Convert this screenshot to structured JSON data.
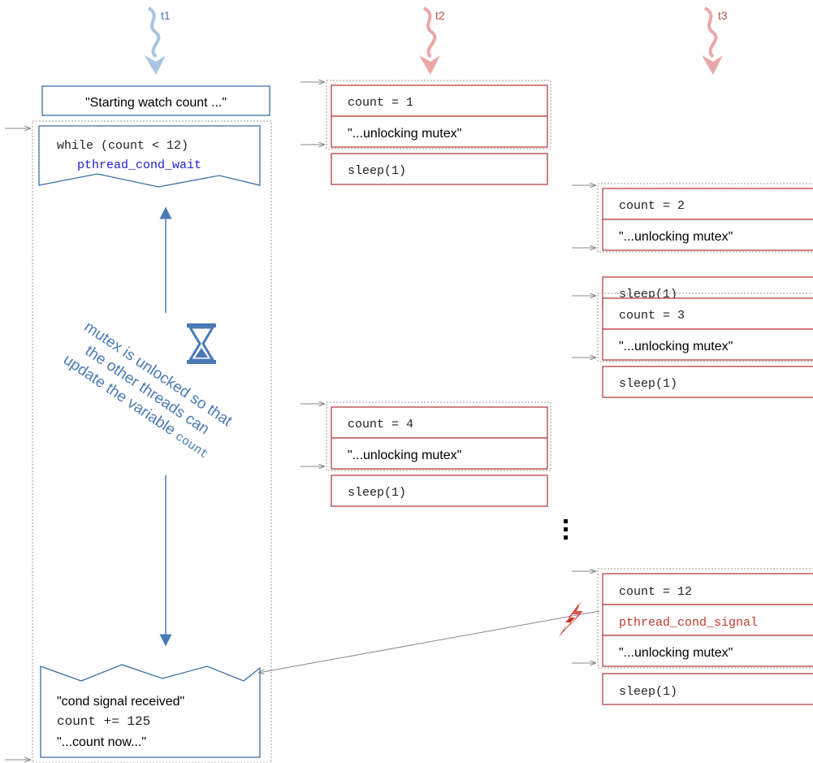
{
  "threads": {
    "t1": "t1",
    "t2": "t2",
    "t3": "t3"
  },
  "colors": {
    "t1_thread": "#a8c4e0",
    "t2_thread": "#e9a7a7",
    "t3_thread": "#e9a7a7",
    "blue_box": "#3a6ea5",
    "red_box": "#b84040",
    "code_blue": "#2020d0",
    "code_red": "#c0392b",
    "note_blue": "#4a7ab5",
    "lightning": "#c0392b"
  },
  "t1": {
    "start_text": "\"Starting watch count ...\"",
    "while_line": "while (count < 12)",
    "wait_call": "pthread_cond_wait",
    "note_line1": "mutex is unlocked so that",
    "note_line2": "the other threads can",
    "note_line3": "update the variable ",
    "note_var": "count",
    "received_text": "\"cond signal received\"",
    "count_add": "count += 125",
    "count_now": "\"...count now...\""
  },
  "t2": {
    "group1": {
      "count": "count = 1",
      "unlock": "\"...unlocking mutex\"",
      "sleep": "sleep(1)"
    },
    "group2": {
      "count": "count = 4",
      "unlock": "\"...unlocking mutex\"",
      "sleep": "sleep(1)"
    }
  },
  "t3": {
    "group1": {
      "count": "count = 2",
      "unlock": "\"...unlocking mutex\"",
      "sleep": "sleep(1)"
    },
    "group2": {
      "count": "count = 3",
      "unlock": "\"...unlocking mutex\"",
      "sleep": "sleep(1)"
    },
    "group3": {
      "count": "count = 12",
      "signal": "pthread_cond_signal",
      "unlock": "\"...unlocking mutex\"",
      "sleep": "sleep(1)"
    }
  },
  "ellipsis_icon": "vertical-ellipsis",
  "hourglass_icon": "hourglass",
  "lightning_icon": "lightning-bolt"
}
